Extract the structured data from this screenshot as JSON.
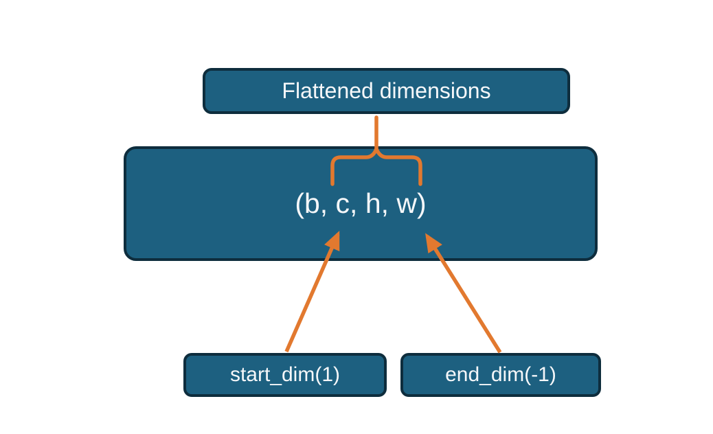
{
  "diagram": {
    "title_box": {
      "label": "Flattened dimensions"
    },
    "tensor_box": {
      "label": "(b, c, h, w)"
    },
    "param_boxes": [
      {
        "label": "start_dim(1)"
      },
      {
        "label": "end_dim(-1)"
      }
    ],
    "connectors": [
      {
        "name": "brace-connector",
        "from": "title_box",
        "to": "tensor_box dims c..w"
      },
      {
        "name": "start-dim-arrow",
        "from": "start_dim(1)",
        "to": "dim c"
      },
      {
        "name": "end-dim-arrow",
        "from": "end_dim(-1)",
        "to": "dim w"
      }
    ],
    "colors": {
      "background": "#FFFFFF",
      "box_fill": "#1D6080",
      "box_border": "#0E2D3D",
      "text": "#F5F7F9",
      "connector": "#E2792F"
    }
  }
}
